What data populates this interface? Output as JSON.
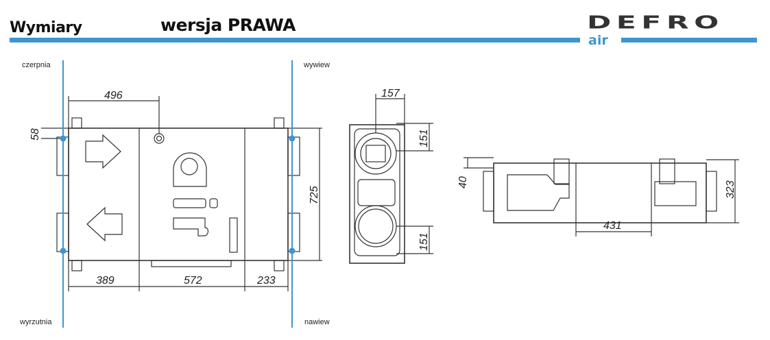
{
  "header": {
    "title": "Wymiary",
    "subtitle": "wersja PRAWA",
    "logo_text": "DEFRO",
    "logo_sub": "air",
    "accent": "#3f95d0"
  },
  "labels": {
    "top_left": "czerpnia",
    "top_right": "wywiew",
    "bottom_left": "wyrzutnia",
    "bottom_right": "nawiew"
  },
  "dimensions": {
    "main_top": "496",
    "main_offset": "58",
    "main_height": "725",
    "main_bottom_1": "389",
    "main_bottom_2": "572",
    "main_bottom_3": "233",
    "side_width": "157",
    "side_top": "151",
    "side_bottom": "151",
    "rear_offset": "40",
    "rear_height": "323",
    "rear_width": "431"
  }
}
